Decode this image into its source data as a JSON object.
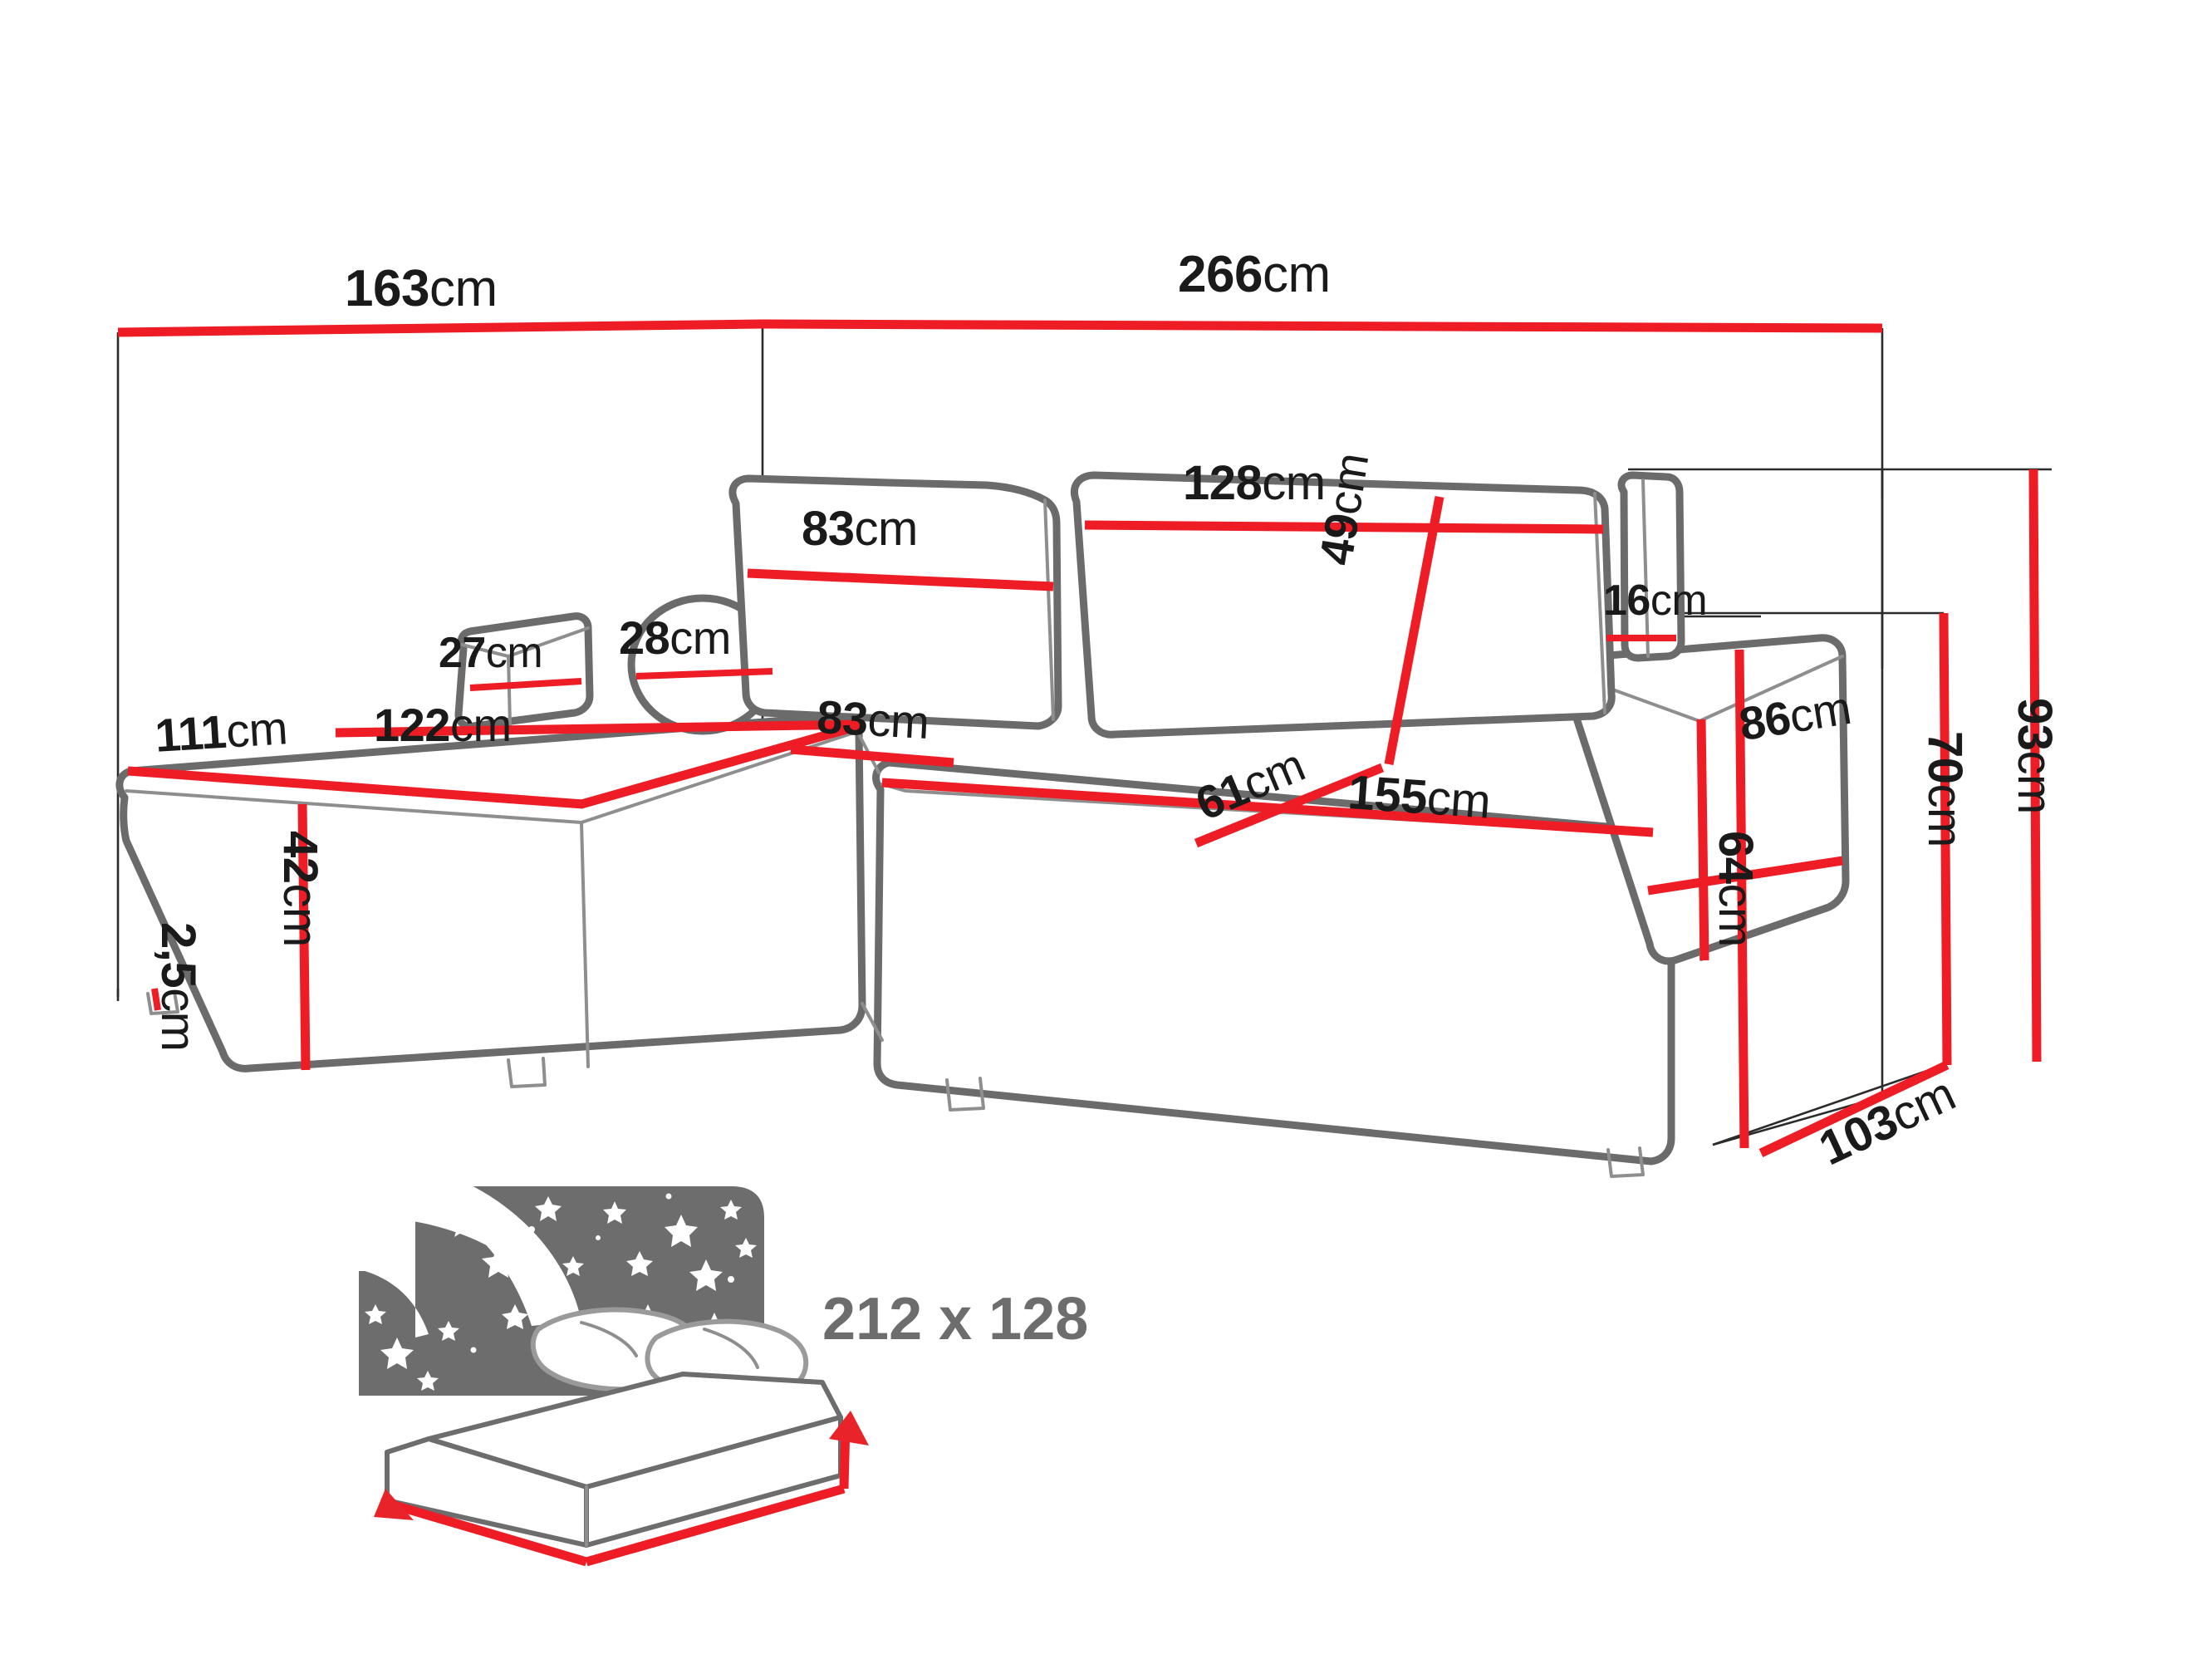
{
  "colors": {
    "dimension_red": "#ee1c24",
    "outline_gray": "#6b6b6b",
    "text_black": "#1a1a1a",
    "bed_label_gray": "#6d6d6d",
    "background": "#ffffff"
  },
  "product": {
    "type": "corner-sofa-bed-dimension-diagram",
    "unit": "cm"
  },
  "dimensions": {
    "depth_left_top": {
      "num": "163",
      "unit": "cm",
      "full": "163cm"
    },
    "width_total_top": {
      "num": "266",
      "unit": "cm",
      "full": "266cm"
    },
    "backrest_cushion_small": {
      "num": "83",
      "unit": "cm",
      "full": "83cm"
    },
    "backrest_cushion_large": {
      "num": "128",
      "unit": "cm",
      "full": "128cm"
    },
    "armrest_small_width": {
      "num": "27",
      "unit": "cm",
      "full": "27cm"
    },
    "bolster_diameter": {
      "num": "28",
      "unit": "cm",
      "full": "28cm"
    },
    "backrest_height": {
      "num": "49",
      "unit": "cm",
      "full": "49cm"
    },
    "armrest_gap": {
      "num": "16",
      "unit": "cm",
      "full": "16cm"
    },
    "chaise_width_front": {
      "num": "111",
      "unit": "cm",
      "full": "111cm"
    },
    "chaise_top_depth": {
      "num": "122",
      "unit": "cm",
      "full": "122cm"
    },
    "seat_depth": {
      "num": "83",
      "unit": "cm",
      "full": "83cm"
    },
    "seat_side_depth": {
      "num": "61",
      "unit": "cm",
      "full": "61cm"
    },
    "seat_width_main": {
      "num": "155",
      "unit": "cm",
      "full": "155cm"
    },
    "armrest_height": {
      "num": "86",
      "unit": "cm",
      "full": "86cm"
    },
    "seat_height": {
      "num": "42",
      "unit": "cm",
      "full": "42cm"
    },
    "leg_height": {
      "num": "2,5",
      "unit": "cm",
      "full": "2,5cm"
    },
    "armrest_outer_height": {
      "num": "64",
      "unit": "cm",
      "full": "64cm"
    },
    "back_height_inner": {
      "num": "70",
      "unit": "cm",
      "full": "70cm"
    },
    "total_height": {
      "num": "93",
      "unit": "cm",
      "full": "93cm"
    },
    "side_depth": {
      "num": "103",
      "unit": "cm",
      "full": "103cm"
    }
  },
  "sleep_area": {
    "label": "212 x 128",
    "icon": "bed-night-icon"
  }
}
